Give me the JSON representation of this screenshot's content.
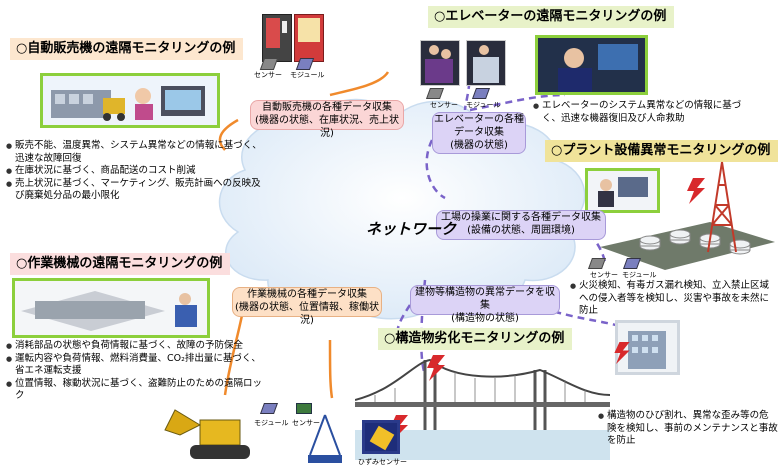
{
  "network_label": "ネットワーク",
  "vending": {
    "title": "○自動販売機の遠隔モニタリングの例",
    "collect": [
      "自動販売機の各種データ収集",
      "(機器の状態、在庫状況、売上状況)"
    ],
    "bullets": [
      "販売不能、温度異常、システム異常などの情報に基づく、迅速な故障回復",
      "在庫状況に基づく、商品配送のコスト削減",
      "売上状況に基づく、マーケティング、販売計画への反映及び廃棄処分品の最小限化"
    ],
    "sensor_label": "センサー",
    "module_label": "モジュール"
  },
  "elevator": {
    "title": "○エレベーターの遠隔モニタリングの例",
    "collect": [
      "エレベーターの各種",
      "データ収集",
      "(機器の状態)"
    ],
    "bullets": [
      "エレベーターのシステム異常などの情報に基づく、迅速な機器復旧及び人命救助"
    ],
    "sensor_label": "センサー",
    "module_label": "モジュール"
  },
  "plant": {
    "title": "○プラント設備異常モニタリングの例",
    "collect": [
      "工場の操業に関する各種データ収集",
      "(設備の状態、周囲環境)"
    ],
    "bullets": [
      "火災検知、有毒ガス漏れ検知、立入禁止区域への侵入者等を検知し、災害や事故を未然に防止"
    ],
    "sensor_label": "センサー",
    "module_label": "モジュール"
  },
  "machine": {
    "title": "○作業機械の遠隔モニタリングの例",
    "collect": [
      "作業機械の各種データ収集",
      "(機器の状態、位置情報、稼働状況)"
    ],
    "bullets": [
      "消耗部品の状態や負荷情報に基づく、故障の予防保全",
      "運転内容や負荷情報、燃料消費量、CO₂排出量に基づく、省エネ運転支援",
      "位置情報、稼動状況に基づく、盗難防止のための遠隔ロック"
    ],
    "sensor_label": "センサー",
    "module_label": "モジュール"
  },
  "structure": {
    "title": "○構造物劣化モニタリングの例",
    "collect": [
      "建物等構造物の異常データを収集",
      "(構造物の状態)"
    ],
    "bullets": [
      "構造物のひび割れ、異常な歪み等の危険を検知し、事前のメンテナンスと事故を防止"
    ],
    "strain_label": "ひずみセンサー"
  },
  "colors": {
    "frame_green": "#8ccf3c",
    "cloud": "#e6f0fa",
    "dash_purple": "#7a63c9",
    "line_orange": "#f08a2c",
    "lightning": "#d8292c"
  }
}
